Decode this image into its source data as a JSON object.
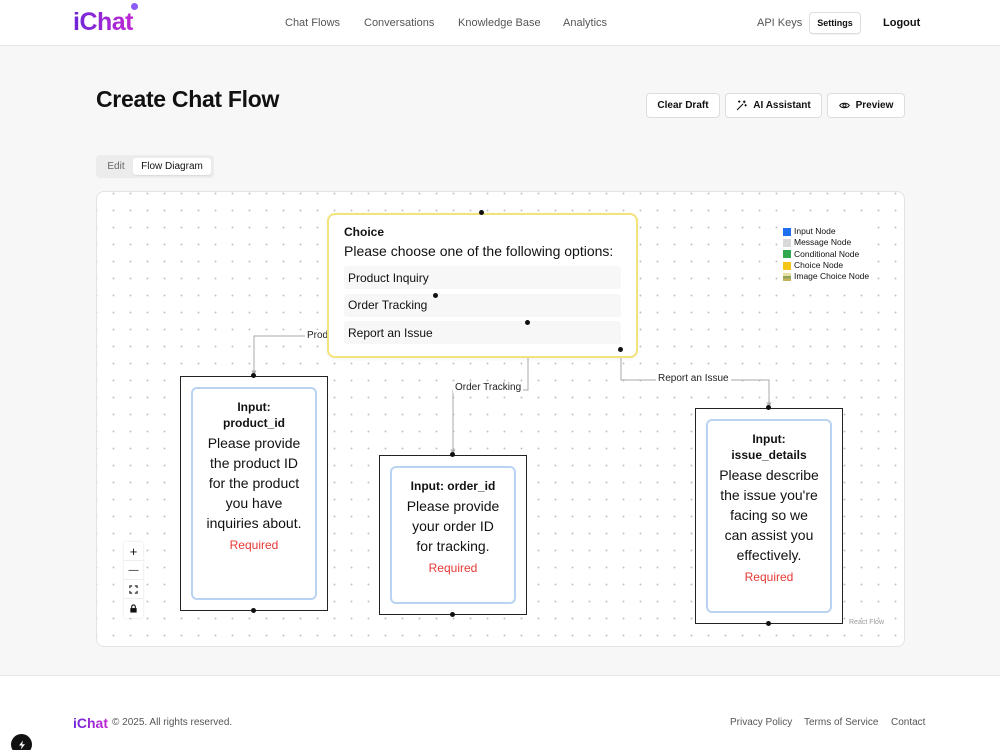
{
  "app": {
    "logo": "iChat"
  },
  "nav": {
    "items": [
      "Chat Flows",
      "Conversations",
      "Knowledge Base",
      "Analytics"
    ]
  },
  "header": {
    "api_keys": "API Keys",
    "settings": "Settings",
    "logout": "Logout"
  },
  "page": {
    "title": "Create Chat Flow",
    "actions": {
      "clear": "Clear Draft",
      "ai": "AI Assistant",
      "preview": "Preview"
    },
    "tabs": {
      "edit": "Edit",
      "flow": "Flow Diagram"
    }
  },
  "flow": {
    "choice": {
      "title": "Choice",
      "prompt": "Please choose one of the following options:",
      "options": [
        "Product Inquiry",
        "Order Tracking",
        "Report an Issue"
      ]
    },
    "edge_labels": [
      "Produ",
      "Order Tracking",
      "Report an Issue"
    ],
    "inputs": [
      {
        "title": "Input: product_id",
        "prompt": "Please provide the product ID for the product you have inquiries about.",
        "required": "Required"
      },
      {
        "title": "Input: order_id",
        "prompt": "Please provide your order ID for tracking.",
        "required": "Required"
      },
      {
        "title": "Input: issue_details",
        "prompt": "Please describe the issue you're facing so we can assist you effectively.",
        "required": "Required"
      }
    ],
    "legend": [
      {
        "label": "Input Node",
        "color": "#1e6ff0"
      },
      {
        "label": "Message Node",
        "color": "#d9d9d9"
      },
      {
        "label": "Conditional Node",
        "color": "#2fa84f"
      },
      {
        "label": "Choice Node",
        "color": "#f5c518"
      },
      {
        "label": "Image Choice Node",
        "color": "#c7b25a"
      }
    ],
    "controls": {
      "zoom_in": "+",
      "zoom_out": "—"
    },
    "attribution": "React Flow"
  },
  "footer": {
    "logo": "iChat",
    "copyright": "© 2025. All rights reserved.",
    "links": [
      "Privacy Policy",
      "Terms of Service",
      "Contact"
    ]
  },
  "colors": {
    "brand_start": "#6d28d9",
    "brand_end": "#c026d3",
    "choice_border": "#f2e37a",
    "input_border": "#b9d3f2",
    "required": "#e53935"
  }
}
